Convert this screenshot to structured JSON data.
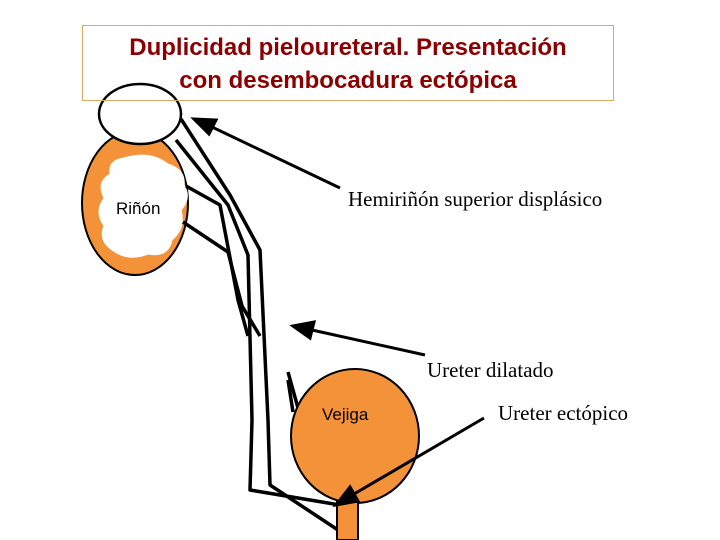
{
  "title": {
    "line1": "Duplicidad pieloureteral. Presentación",
    "line2": "con desembocadura ectópica"
  },
  "labels": {
    "kidney": "Riñón",
    "upper_hemikidney": "Hemiriñón superior displásico",
    "dilated_ureter": "Ureter dilatado",
    "bladder": "Vejiga",
    "ectopic_ureter": "Ureter ectópico"
  },
  "colors": {
    "organ_fill": "#f4923a",
    "title_text": "#8b0000",
    "title_border": "#d9a861",
    "outline": "#000000"
  }
}
